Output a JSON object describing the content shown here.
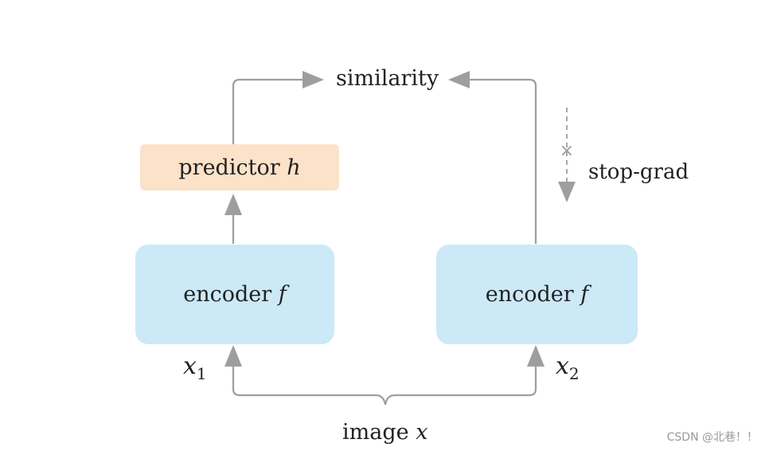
{
  "colors": {
    "arrow": "#9e9e9e",
    "encoder_fill": "#cce9f8",
    "predictor_fill": "#fbe2c9",
    "text": "#222222"
  },
  "nodes": {
    "similarity": "similarity",
    "predictor": {
      "text": "predictor ",
      "var": "h"
    },
    "encoder_left": {
      "text": "encoder ",
      "var": "f"
    },
    "encoder_right": {
      "text": "encoder ",
      "var": "f"
    },
    "stop_grad": "stop-grad",
    "stop_grad_mark": "×",
    "image": {
      "text": "image ",
      "var": "x"
    },
    "x1": {
      "var": "x",
      "sub": "1"
    },
    "x2": {
      "var": "x",
      "sub": "2"
    }
  },
  "edges": [
    {
      "from": "image",
      "to": "encoder_left",
      "label": "x1"
    },
    {
      "from": "image",
      "to": "encoder_right",
      "label": "x2"
    },
    {
      "from": "encoder_left",
      "to": "predictor"
    },
    {
      "from": "predictor",
      "to": "similarity"
    },
    {
      "from": "encoder_right",
      "to": "similarity"
    },
    {
      "from": "stop_grad",
      "to": "encoder_right",
      "style": "dashed"
    }
  ],
  "watermark": "CSDN @北巷！！"
}
